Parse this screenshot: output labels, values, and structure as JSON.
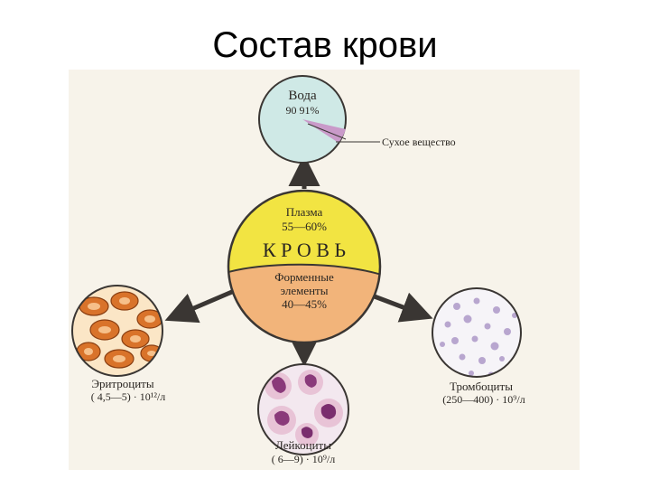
{
  "title": "Состав крови",
  "water": {
    "label": "Вода",
    "value": "90 91%",
    "dry_label": "Сухое вещество"
  },
  "blood": {
    "plasma_label": "Плазма",
    "plasma_value": "55—60%",
    "name": "К Р О В Ь",
    "formed_line1": "Форменные",
    "formed_line2": "элементы",
    "formed_value": "40—45%"
  },
  "erythrocytes": {
    "name": "Эритроциты",
    "count": "( 4,5—5) · 10¹²/л"
  },
  "leukocytes": {
    "name": "Лейкоциты",
    "count": "( 6—9) · 10⁹/л"
  },
  "platelets": {
    "name": "Тромбоциты",
    "count": "(250—400) · 10⁹/л"
  },
  "colors": {
    "background": "#f7f3ea",
    "water": "#cfe9e6",
    "dry_matter": "#c99ac9",
    "plasma": "#f2e442",
    "formed": "#f2b47a",
    "erythrocyte": "#d9732a",
    "leukocyte": "#8a3a7a",
    "platelet": "#b8a6cf",
    "arrow": "#3a3633"
  }
}
